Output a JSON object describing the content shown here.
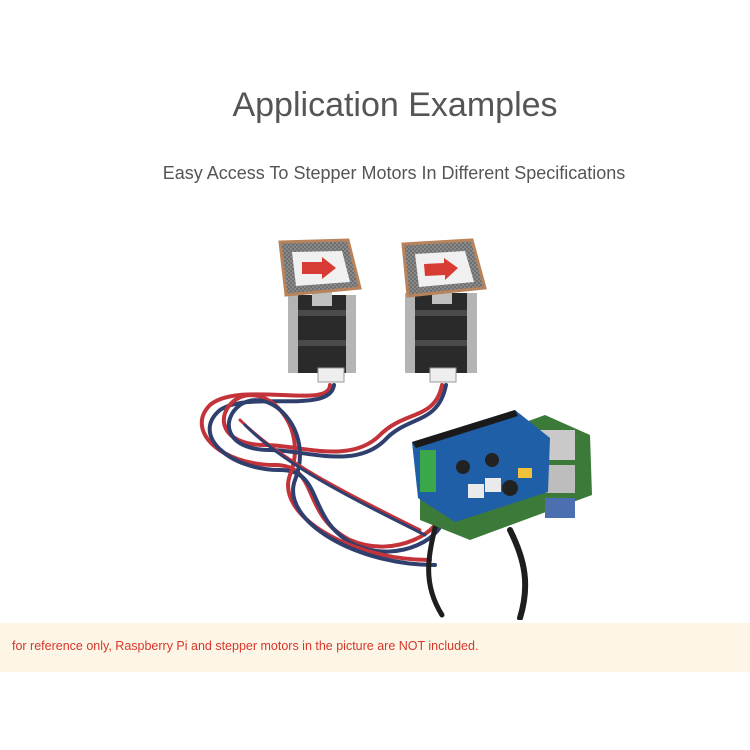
{
  "header": {
    "title": "Application Examples",
    "subtitle": "Easy Access To Stepper Motors In Different Specifications"
  },
  "notice": {
    "text": "for reference only, Raspberry Pi and stepper motors in the picture are NOT included."
  }
}
